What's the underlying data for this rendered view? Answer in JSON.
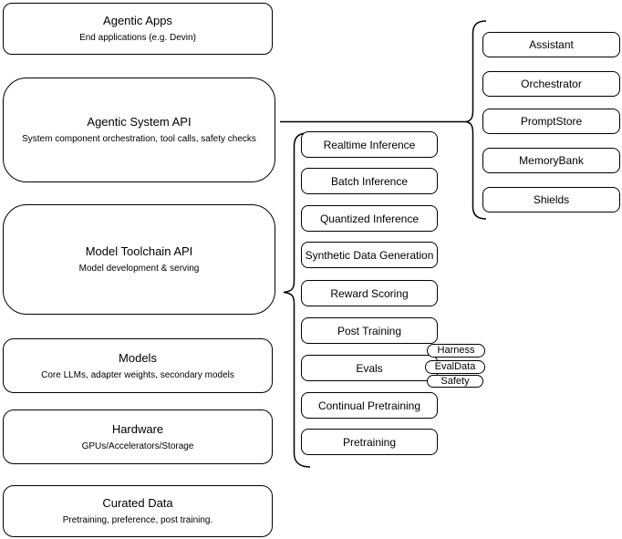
{
  "diagram": {
    "colors": {
      "stroke": "#000000",
      "fill": "#ffffff",
      "background": "#ffffff",
      "text": "#000000"
    },
    "stack": [
      {
        "title": "Agentic Apps",
        "subtitle": "End applications (e.g. Devin)"
      },
      {
        "title": "Agentic System API",
        "subtitle": "System component orchestration, tool calls, safety checks"
      },
      {
        "title": "Model Toolchain API",
        "subtitle": "Model development & serving"
      },
      {
        "title": "Models",
        "subtitle": "Core LLMs, adapter weights, secondary models"
      },
      {
        "title": "Hardware",
        "subtitle": "GPUs/Accelerators/Storage"
      },
      {
        "title": "Curated Data",
        "subtitle": "Pretraining, preference, post training."
      }
    ],
    "toolchain_items": [
      "Realtime Inference",
      "Batch Inference",
      "Quantized Inference",
      "Synthetic Data Generation",
      "Reward Scoring",
      "Post Training",
      "Evals",
      "Continual Pretraining",
      "Pretraining"
    ],
    "evals_tags": [
      "Harness",
      "EvalData",
      "Safety"
    ],
    "system_components": [
      "Assistant",
      "Orchestrator",
      "PromptStore",
      "MemoryBank",
      "Shields"
    ]
  }
}
